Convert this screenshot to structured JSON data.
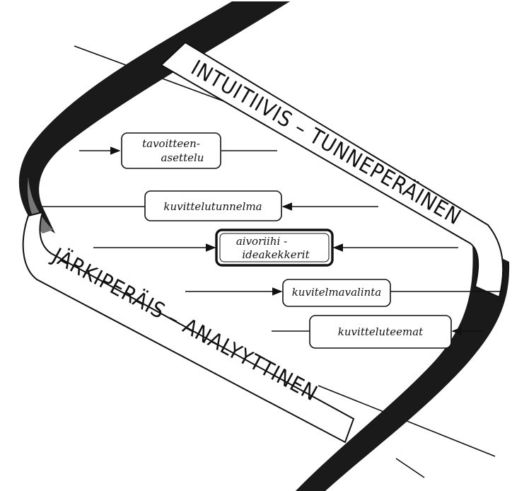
{
  "ribbons": {
    "upper": "INTUITIIVIS – TUNNEPERÄINEN",
    "lower": "JÄRKIPERÄIS – ANALYYTTINEN"
  },
  "nodes": [
    {
      "id": "tavoitteenasettelu",
      "lines": [
        "tavoitteen-",
        "asettelu"
      ],
      "emphasized": false
    },
    {
      "id": "kuvittelutunnelma",
      "lines": [
        "kuvittelutunnelma"
      ],
      "emphasized": false
    },
    {
      "id": "aivoriihi",
      "lines": [
        "aivoriihi -",
        "ideakekkerit"
      ],
      "emphasized": true
    },
    {
      "id": "kuvitelmavalinta",
      "lines": [
        "kuvitelmavalinta"
      ],
      "emphasized": false
    },
    {
      "id": "kuvitteluteemat",
      "lines": [
        "kuvitteluteemat"
      ],
      "emphasized": false
    }
  ]
}
